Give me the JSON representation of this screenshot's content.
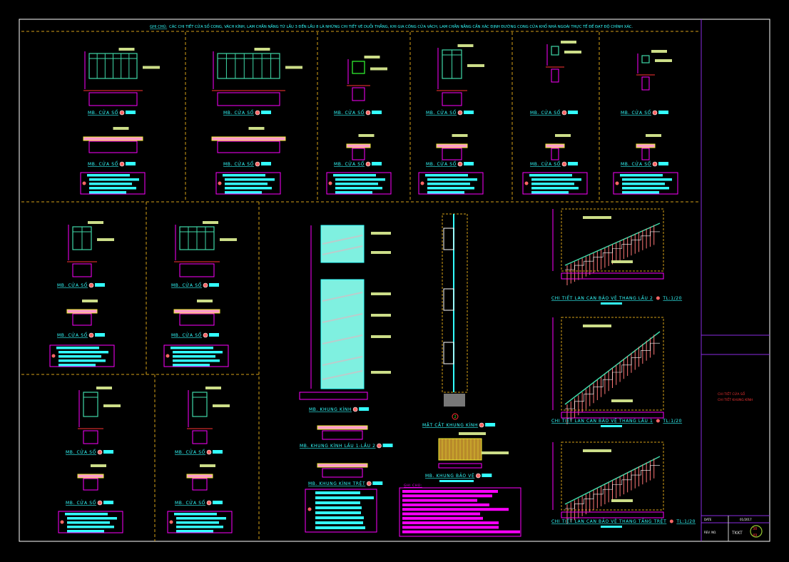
{
  "note": {
    "prefix": "GHI CHÚ:",
    "text": "CÁC CHI TIẾT CỬA SỔ CONG, VÁCH KÍNH, LAM CHẮN NẮNG TỪ LẦU 3 ĐẾN LẦU 8 LÀ NHỮNG CHI TIẾT VẼ DUỖI THẲNG, KHI GIA CÔNG CỬA VÁCH, LAM CHẮN NẮNG CẦN XÁC ĐỊNH ĐƯỜNG CONG CỬA KHỔ NHÀ NGOÀI THỰC TẾ ĐỂ ĐẠT ĐỘ CHÍNH XÁC."
  },
  "windows": [
    {
      "elev_label": "MB. CỬA SỔ",
      "plan_label": "MB. CỬA SỔ"
    },
    {
      "elev_label": "MB. CỬA SỔ",
      "plan_label": "MB. CỬA SỔ"
    },
    {
      "elev_label": "MB. CỬA SỔ",
      "plan_label": "MB. CỬA SỔ"
    },
    {
      "elev_label": "MB. CỬA SỔ",
      "plan_label": "MB. CỬA SỔ"
    },
    {
      "elev_label": "MB. CỬA SỔ",
      "plan_label": "MB. CỬA SỔ"
    },
    {
      "elev_label": "MB. CỬA SỔ",
      "plan_label": "MB. CỬA SỔ"
    },
    {
      "elev_label": "MB. CỬA SỔ",
      "plan_label": "MB. CỬA SỔ"
    },
    {
      "elev_label": "MB. CỬA SỔ",
      "plan_label": "MB. CỬA SỔ"
    },
    {
      "elev_label": "MB. CỬA SỔ",
      "plan_label": "MB. CỬA SỔ"
    },
    {
      "elev_label": "MB. CỬA SỔ",
      "plan_label": "MB. CỬA SỔ"
    }
  ],
  "glass_frame": {
    "elev_label": "MB. KHUNG KÍNH",
    "plan_upper_label": "MB. KHUNG KÍNH LẦU 1-LẦU 2",
    "plan_ground_label": "MB. KHUNG KÍNH TRỆT",
    "section_label": "MẶT CẮT KHUNG KÍNH",
    "section_marker": "2",
    "guard_label": "MB. KHUNG BẢO VỆ",
    "notes_title": "GHI CHÚ:"
  },
  "stairs": [
    {
      "label": "CHI TIẾT LAN CAN BẢO VỆ THANG LẦU 2",
      "scale": "TL:1/20"
    },
    {
      "label": "CHI TIẾT LAN CAN BẢO VỆ THANG LẦU 1",
      "scale": "TL:1/20"
    },
    {
      "label": "CHI TIẾT LAN CAN BẢO VỆ THANG TẦNG TRỆT",
      "scale": "TL:1/20"
    }
  ],
  "title_block": {
    "drawing_title_1": "CHI TIẾT CỬA SỔ",
    "drawing_title_2": "CHI TIẾT KHUNG KÍNH",
    "date_label": "DATE",
    "date_value": "01/2017",
    "rev_label": "REV. NO.",
    "stage": "TKKT",
    "sheet_top": "38",
    "sheet_bottom": "49"
  },
  "colors": {
    "frame": "#ffffff",
    "border": "#8a2be2",
    "divider": "#d4a017",
    "text": "#33ffff",
    "dim": "#ff00ff",
    "window": "#3fd9a8",
    "note": "#ff00ff"
  }
}
